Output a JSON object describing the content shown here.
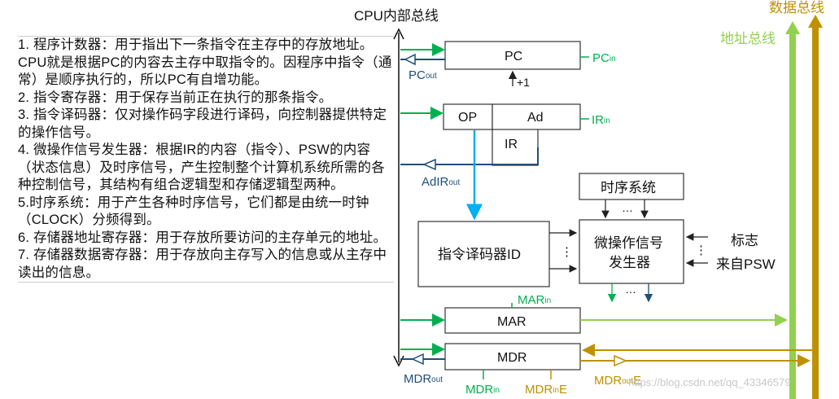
{
  "description_items": [
    "1. 程序计数器：用于指出下一条指令在主存中的存放地址。CPU就是根据PC的内容去主存中取指令的。因程序中指令（通常）是顺序执行的，所以PC有自增功能。",
    "2. 指令寄存器：用于保存当前正在执行的那条指令。",
    "3. 指令译码器：仅对操作码字段进行译码，向控制器提供特定的操作信号。",
    "4. 微操作信号发生器：根据IR的内容（指令）、PSW的内容（状态信息）及时序信号，产生控制整个计算机系统所需的各种控制信号，其结构有组合逻辑型和存储逻辑型两种。",
    "5.时序系统：用于产生各种时序信号，它们都是由统一时钟（CLOCK）分频得到。",
    "6. 存储器地址寄存器：用于存放所要访问的主存单元的地址。",
    "7. 存储器数据寄存器：用于存放向主存写入的信息或从主存中读出的信息。"
  ],
  "buses": {
    "internal": "CPU内部总线",
    "address": "地址总线",
    "data": "数据总线"
  },
  "blocks": {
    "pc": "PC",
    "pc_inc": "+1",
    "ir_op": "OP",
    "ir_ad": "Ad",
    "ir": "IR",
    "timing": "时序系统",
    "decoder": "指令译码器ID",
    "micro_line1": "微操作信号",
    "micro_line2": "发生器",
    "mar": "MAR",
    "mdr": "MDR"
  },
  "signals": {
    "pc_in": {
      "main": "PC",
      "sub": "in"
    },
    "pc_out": {
      "main": "PC",
      "sub": "out"
    },
    "ir_in": {
      "main": "IR",
      "sub": "in"
    },
    "adir_out": {
      "main": "AdIR",
      "sub": "out"
    },
    "mar_in": {
      "main": "MAR",
      "sub": "in"
    },
    "mdr_out": {
      "main": "MDR",
      "sub": "out"
    },
    "mdr_in": {
      "main": "MDR",
      "sub": "in"
    },
    "mdr_ine": {
      "main": "MDR",
      "sub": "in",
      "tail": "E"
    },
    "mdr_oute": {
      "main": "MDR",
      "sub": "out",
      "tail": "E"
    }
  },
  "psw_flag_line1": "标志",
  "psw_flag_line2": "来自PSW",
  "dots": "…",
  "vdots": "⋮",
  "watermark": "https://blog.csdn.net/qq_43346579",
  "colors": {
    "address_bus": "#92d050",
    "data_bus": "#bf9000",
    "signal_green": "#00b050",
    "signal_gold": "#bf9000",
    "control_blue": "#1f4e79",
    "ir_link": "#00b0f0",
    "box_border": "#333333"
  }
}
